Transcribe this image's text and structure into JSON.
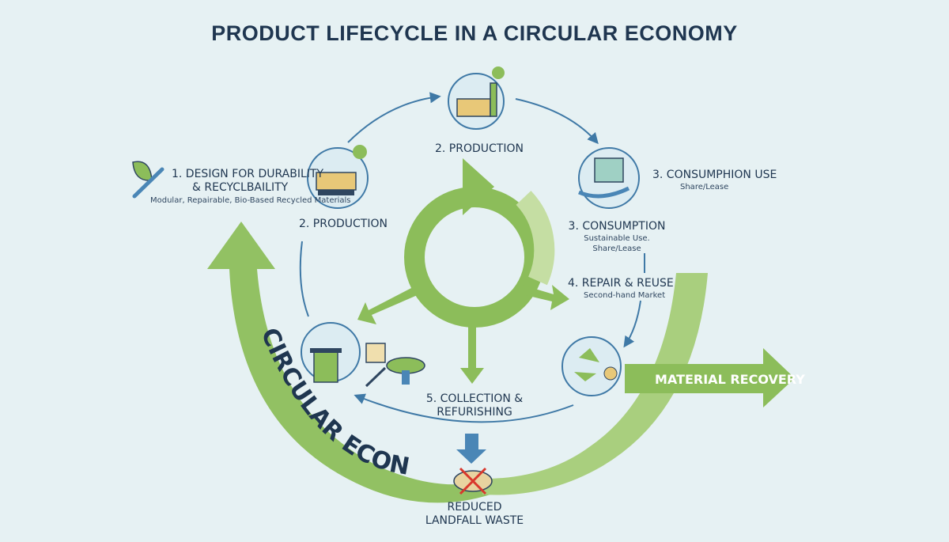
{
  "title": "PRODUCT LIFECYCLE IN A CIRCULAR ECONOMY",
  "stages": {
    "design": {
      "label_line1": "1. DESIGN FOR DURABILITY",
      "label_line2": "& RECYCLBAILITY",
      "sub": "Modular, Repairable, Bio-Based Recycled Materials"
    },
    "production_top": {
      "label": "2. PRODUCTION"
    },
    "production_left": {
      "label": "2. PRODUCTION"
    },
    "consumption_top": {
      "label": "3. CONSUMPHION USE",
      "sub": "Share/Lease"
    },
    "consumption": {
      "label": "3. CONSUMPTION",
      "sub_line1": "Sustainable Use.",
      "sub_line2": "Share/Lease"
    },
    "repair": {
      "label": "4. REPAIR & REUSE",
      "sub": "Second-hand Market"
    },
    "collection": {
      "label_line1": "5. COLLECTION &",
      "label_line2": "REFURISHING"
    },
    "landfill": {
      "label_line1": "REDUCED",
      "label_line2": "LANDFALL WASTE"
    }
  },
  "circular_economy_label": "CIRCULAR ECONOMY",
  "material_recovery_label": "MATERIAL RECOVERY",
  "colors": {
    "background": "#e6f1f3",
    "green": "#8cbd5a",
    "light_green": "#c5dea3",
    "blue": "#4a7fa8",
    "navy": "#1f3650"
  },
  "icons": {
    "design": "leaf-wrench-icon",
    "production": "factory-icon",
    "consumption": "hand-box-icon",
    "recycling": "recycle-worker-icon",
    "collection": "trash-bin-icon",
    "repair": "repair-tools-icon",
    "landfill": "crossed-out-waste-icon"
  }
}
